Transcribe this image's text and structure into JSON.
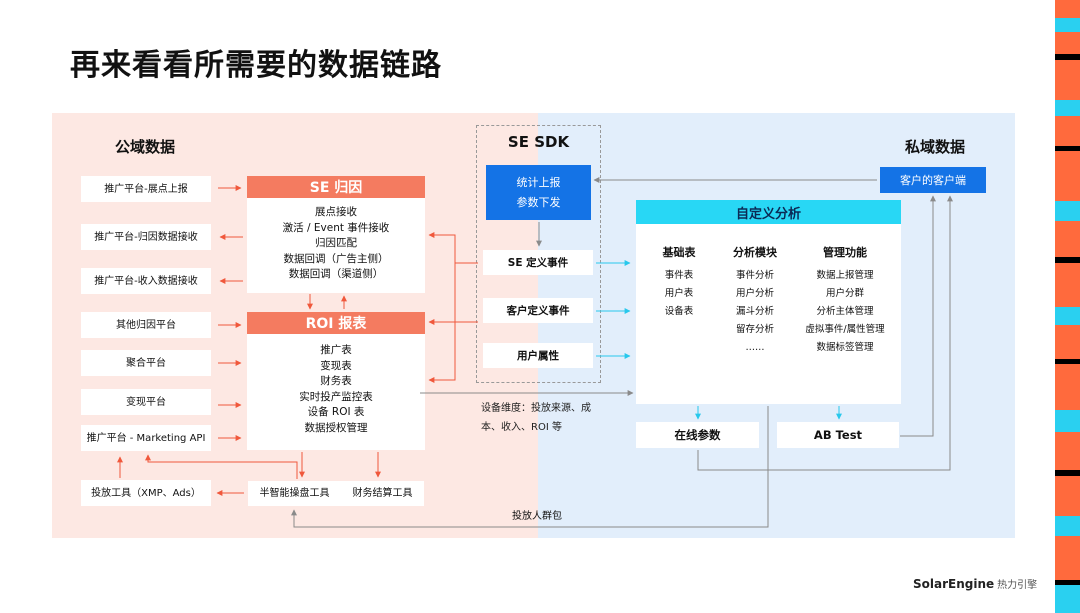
{
  "title": "再来看看所需要的数据链路",
  "public_region": {
    "label": "公域数据"
  },
  "private_region": {
    "label": "私域数据"
  },
  "left_items": [
    "推广平台-展点上报",
    "推广平台-归因数据接收",
    "推广平台-收入数据接收",
    "其他归因平台",
    "聚合平台",
    "变现平台",
    "推广平台 - Marketing API",
    "投放工具（XMP、Ads）"
  ],
  "se_attribution": {
    "header": "SE 归因",
    "lines": [
      "展点接收",
      "激活 / Event 事件接收",
      "归因匹配",
      "数据回调（广告主侧）",
      "数据回调（渠道侧）"
    ]
  },
  "roi_report": {
    "header": "ROI 报表",
    "lines": [
      "推广表",
      "变现表",
      "财务表",
      "实时投产监控表",
      "设备 ROI 表",
      "数据授权管理"
    ]
  },
  "tools": {
    "smart_dashboard": "半智能操盘工具",
    "finance_tool": "财务结算工具"
  },
  "sdk": {
    "title": "SE SDK",
    "report_lines": [
      "统计上报",
      "参数下发"
    ],
    "events": [
      "SE 定义事件",
      "客户定义事件",
      "用户属性"
    ]
  },
  "device_note": "设备维度：投放来源、成本、收入、ROI 等",
  "custom_analysis": {
    "header": "自定义分析",
    "columns": [
      {
        "title": "基础表",
        "items": [
          "事件表",
          "用户表",
          "设备表"
        ]
      },
      {
        "title": "分析模块",
        "items": [
          "事件分析",
          "用户分析",
          "漏斗分析",
          "留存分析",
          "……"
        ]
      },
      {
        "title": "管理功能",
        "items": [
          "数据上报管理",
          "用户分群",
          "分析主体管理",
          "虚拟事件/属性管理",
          "数据标签管理"
        ]
      }
    ]
  },
  "online_params": "在线参数",
  "ab_test": "AB Test",
  "client_app": "客户的客户端",
  "audience_pack": "投放人群包",
  "logo": {
    "brand": "SolarEngine",
    "cn": "热力引擎"
  },
  "colors": {
    "public_bg": "#fde8e3",
    "private_bg": "#e2eefb",
    "red_accent": "#f47b60",
    "blue_accent": "#1473e6",
    "cyan_accent": "#28d7f5",
    "stripe_orange": "#ff6a3d"
  }
}
